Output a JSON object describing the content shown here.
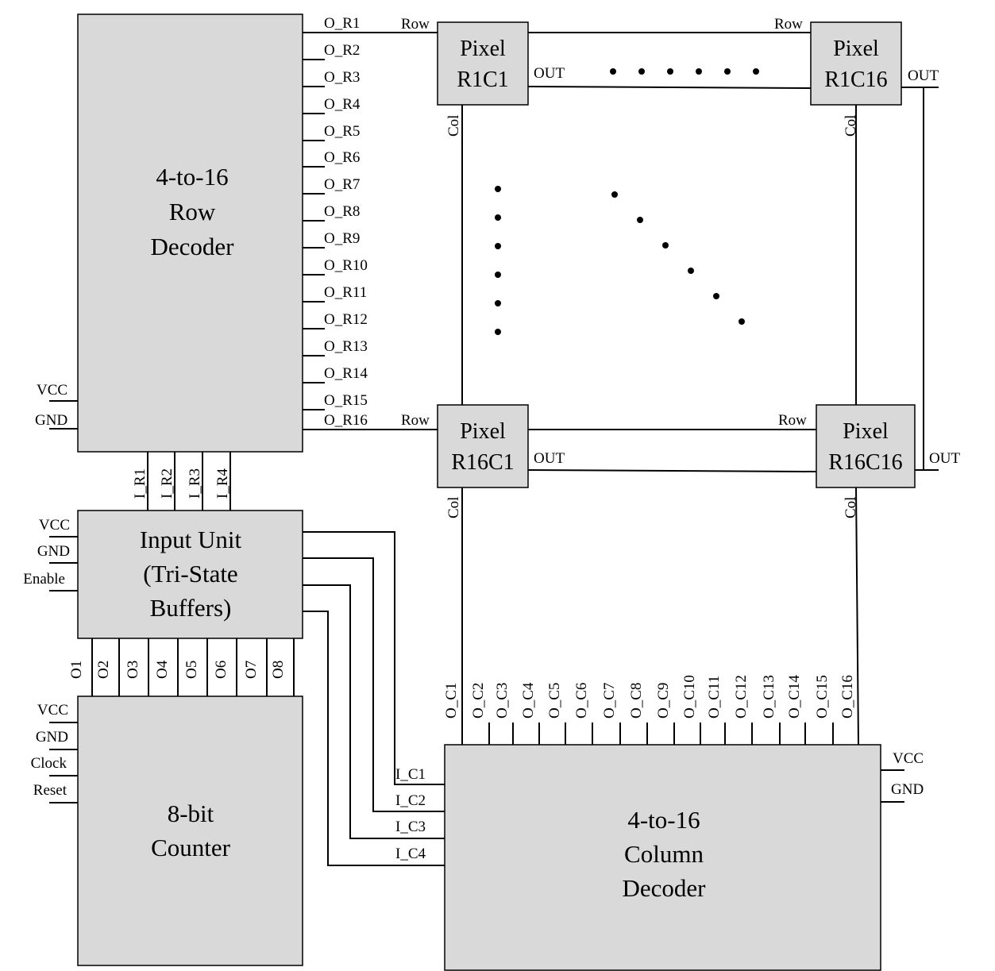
{
  "row_decoder": {
    "lines": [
      "4-to-16",
      "Row",
      "Decoder"
    ],
    "outputs": [
      "O_R1",
      "O_R2",
      "O_R3",
      "O_R4",
      "O_R5",
      "O_R6",
      "O_R7",
      "O_R8",
      "O_R9",
      "O_R10",
      "O_R11",
      "O_R12",
      "O_R13",
      "O_R14",
      "O_R15",
      "O_R16"
    ],
    "inputs": [
      "I_R1",
      "I_R2",
      "I_R3",
      "I_R4"
    ],
    "vcc": "VCC",
    "gnd": "GND"
  },
  "input_unit": {
    "lines": [
      "Input Unit",
      "(Tri-State",
      "Buffers)"
    ],
    "pins": [
      "VCC",
      "GND",
      "Enable"
    ],
    "outputs": [
      "O1",
      "O2",
      "O3",
      "O4",
      "O5",
      "O6",
      "O7",
      "O8"
    ]
  },
  "counter": {
    "lines": [
      "8-bit",
      "Counter"
    ],
    "pins": [
      "VCC",
      "GND",
      "Clock",
      "Reset"
    ]
  },
  "column_decoder": {
    "lines": [
      "4-to-16",
      "Column",
      "Decoder"
    ],
    "outputs": [
      "O_C1",
      "O_C2",
      "O_C3",
      "O_C4",
      "O_C5",
      "O_C6",
      "O_C7",
      "O_C8",
      "O_C9",
      "O_C10",
      "O_C11",
      "O_C12",
      "O_C13",
      "O_C14",
      "O_C15",
      "O_C16"
    ],
    "inputs": [
      "I_C1",
      "I_C2",
      "I_C3",
      "I_C4"
    ],
    "vcc": "VCC",
    "gnd": "GND"
  },
  "pixels": [
    {
      "lines": [
        "Pixel",
        "R1C1"
      ],
      "row": "Row",
      "out": "OUT",
      "col": "Col"
    },
    {
      "lines": [
        "Pixel",
        "R1C16"
      ],
      "row": "Row",
      "out": "OUT",
      "col": "Col"
    },
    {
      "lines": [
        "Pixel",
        "R16C1"
      ],
      "row": "Row",
      "out": "OUT",
      "col": "Col"
    },
    {
      "lines": [
        "Pixel",
        "R16C16"
      ],
      "row": "Row",
      "out": "OUT",
      "col": "Col"
    }
  ]
}
